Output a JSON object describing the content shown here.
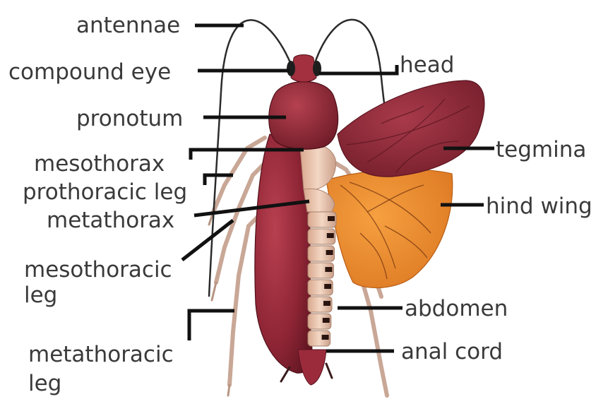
{
  "labels": {
    "antennae": "antennae",
    "compound_eye": "compound eye",
    "pronotum": "pronotum",
    "mesothorax": "mesothorax",
    "prothoracic_leg": "prothoracic leg",
    "metathorax": "metathorax",
    "mesothoracic_leg_1": "mesothoracic",
    "mesothoracic_leg_2": "leg",
    "metathoracic_leg_1": "metathoracic",
    "metathoracic_leg_2": "leg",
    "head": "head",
    "tegmina": "tegmina",
    "hind_wing": "hind wing",
    "abdomen": "abdomen",
    "anal_cord": "anal cord"
  },
  "colors": {
    "body": "#9b2b3b",
    "body_dark": "#6e1a26",
    "tegmina": "#8e2a38",
    "hind_wing": "#e8892e",
    "abdomen_segment": "#e9c4ad",
    "leg": "#c9a796",
    "label_text": "#3a3a3a",
    "leader_line": "#111111"
  }
}
